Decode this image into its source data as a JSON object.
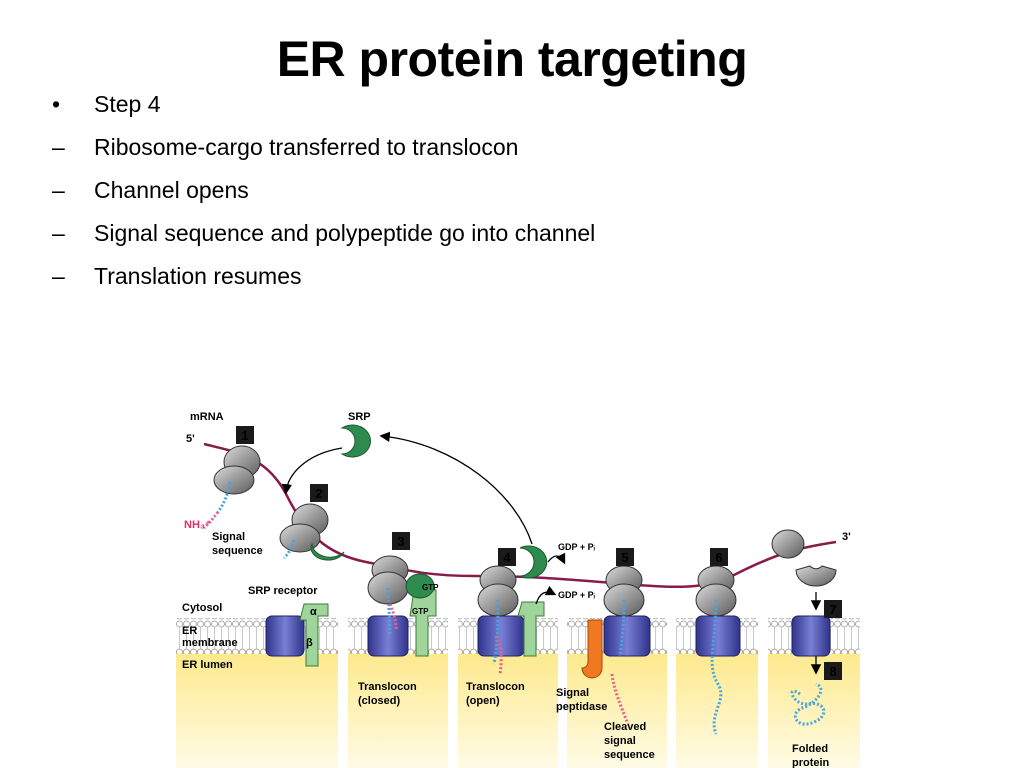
{
  "slide": {
    "title": "ER protein targeting",
    "bullets": [
      {
        "marker": "•",
        "text": "Step 4"
      },
      {
        "marker": "–",
        "text": "Ribosome-cargo transferred to translocon"
      },
      {
        "marker": "–",
        "text": "Channel opens"
      },
      {
        "marker": "–",
        "text": "Signal sequence and polypeptide go into channel"
      },
      {
        "marker": "–",
        "text": "Translation resumes"
      }
    ]
  },
  "figure": {
    "labels": {
      "mrna": "mRNA",
      "five_prime": "5'",
      "three_prime": "3'",
      "srp": "SRP",
      "nh3": "NH₃⁺",
      "signal_seq_1": "Signal",
      "signal_seq_2": "sequence",
      "srp_receptor": "SRP receptor",
      "alpha": "α",
      "beta": "β",
      "cytosol": "Cytosol",
      "er_membrane_1": "ER",
      "er_membrane_2": "membrane",
      "er_lumen": "ER lumen",
      "gtp": "GTP",
      "gdp_pi": "GDP + Pᵢ",
      "translocon_closed_1": "Translocon",
      "translocon_closed_2": "(closed)",
      "translocon_open_1": "Translocon",
      "translocon_open_2": "(open)",
      "signal_peptidase_1": "Signal",
      "signal_peptidase_2": "peptidase",
      "cleaved_1": "Cleaved",
      "cleaved_2": "signal",
      "cleaved_3": "sequence",
      "folded_1": "Folded",
      "folded_2": "protein"
    },
    "steps": [
      "1",
      "2",
      "3",
      "4",
      "5",
      "6",
      "7",
      "8"
    ],
    "colors": {
      "mrna": "#8b1a4a",
      "ribosome": "#8c8c8c",
      "srp": "#2f8a4f",
      "receptor": "#9fd49a",
      "translocon": "#4a4fa8",
      "lumen": "#fdf0a6",
      "polypeptide": "#4aa3e0",
      "signal": "#e8608a",
      "peptidase": "#f07820"
    }
  }
}
